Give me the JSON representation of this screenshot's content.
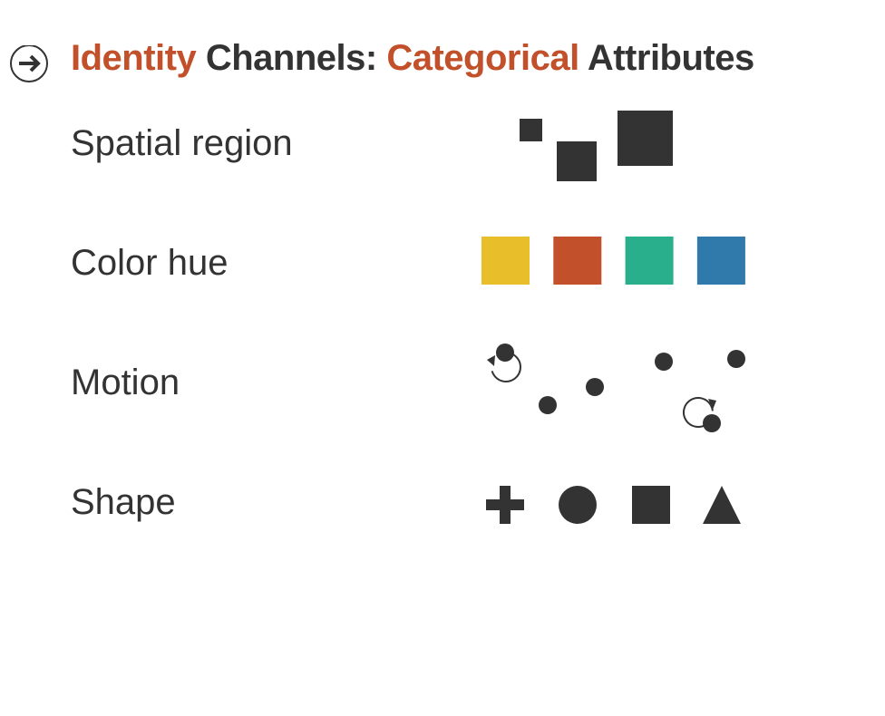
{
  "header": {
    "icon": "arrow-right-circle-icon",
    "title_parts": [
      "Identity",
      "Channels:",
      "Categorical",
      "Attributes"
    ]
  },
  "rows": [
    {
      "label": "Spatial region",
      "marks": "squares-varying-positions"
    },
    {
      "label": "Color hue",
      "marks": "colored-squares",
      "colors": [
        "#e8be2a",
        "#c2502a",
        "#2aaf8d",
        "#2f79ab"
      ]
    },
    {
      "label": "Motion",
      "marks": "moving-dots"
    },
    {
      "label": "Shape",
      "marks": [
        "plus",
        "circle",
        "square",
        "triangle"
      ]
    }
  ],
  "colors": {
    "accent": "#c2502a",
    "ink": "#333333"
  }
}
